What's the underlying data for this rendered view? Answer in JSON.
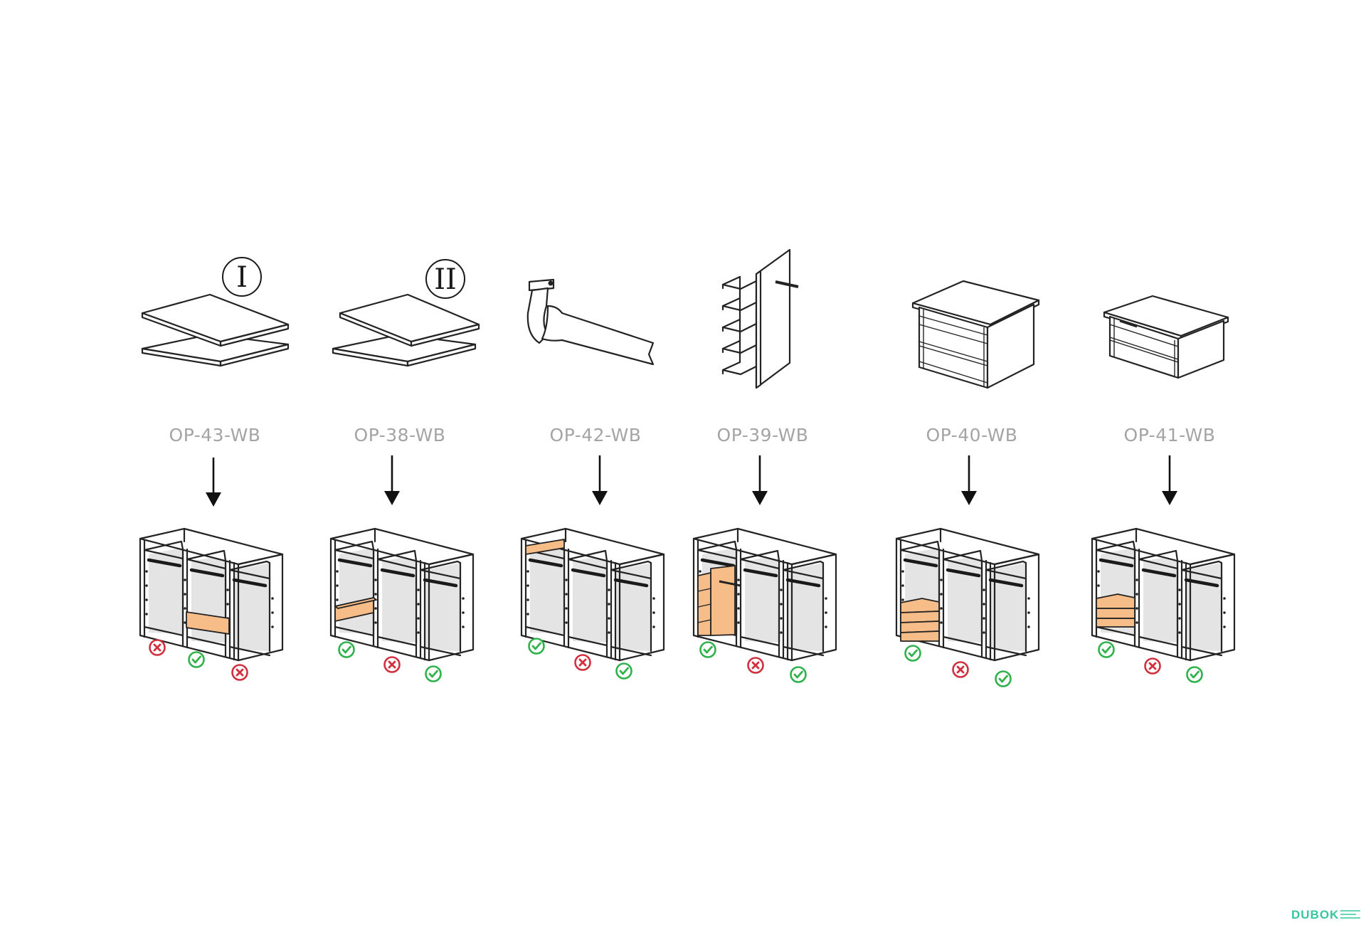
{
  "products": [
    {
      "code": "OP-43-WB",
      "icon": "shelf-set-one-icon",
      "badge": "I",
      "compatibility": [
        "incompatible",
        "compatible",
        "incompatible"
      ],
      "highlight": "low-shelf"
    },
    {
      "code": "OP-38-WB",
      "icon": "shelf-set-two-icon",
      "badge": "II",
      "compatibility": [
        "compatible",
        "incompatible",
        "compatible"
      ],
      "highlight": "low-shelf"
    },
    {
      "code": "OP-42-WB",
      "icon": "pull-down-rail-icon",
      "badge": "",
      "compatibility": [
        "compatible",
        "incompatible",
        "compatible"
      ],
      "highlight": "top-rail"
    },
    {
      "code": "OP-39-WB",
      "icon": "side-shelf-panel-icon",
      "badge": "",
      "compatibility": [
        "compatible",
        "incompatible",
        "compatible"
      ],
      "highlight": "side-panel"
    },
    {
      "code": "OP-40-WB",
      "icon": "three-drawer-unit-icon",
      "badge": "",
      "compatibility": [
        "compatible",
        "incompatible",
        "compatible"
      ],
      "highlight": "three-drawers"
    },
    {
      "code": "OP-41-WB",
      "icon": "two-drawer-unit-icon",
      "badge": "",
      "compatibility": [
        "compatible",
        "incompatible",
        "compatible"
      ],
      "highlight": "two-drawers"
    }
  ],
  "colors": {
    "highlight": "#f6bd88",
    "compatible": "#2fb24b",
    "incompatible": "#d1303f",
    "label": "#a4a4a4",
    "watermark": "#37c69d"
  },
  "watermark": {
    "text": "DUBOK",
    "icon": "dubok-logo-icon"
  }
}
